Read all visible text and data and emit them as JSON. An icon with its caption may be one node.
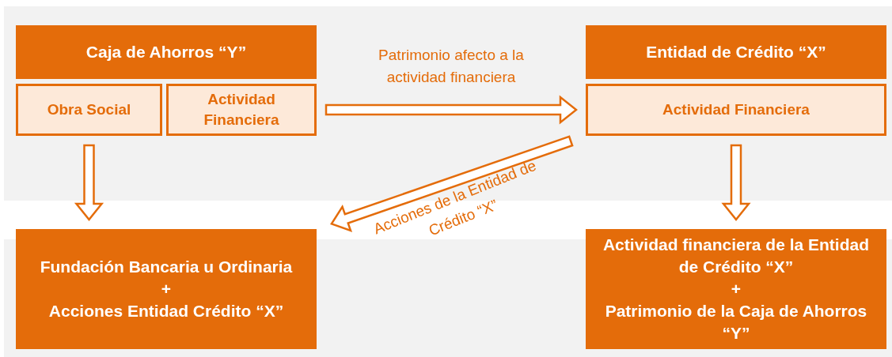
{
  "diagram": {
    "nodes": [
      {
        "text": [
          "Caja de Ahorros “Y”"
        ]
      },
      {
        "text": [
          "Obra Social"
        ]
      },
      {
        "text": [
          "Actividad Financiera"
        ]
      },
      {
        "text": [
          "Entidad de Crédito “X”"
        ]
      },
      {
        "text": [
          "Actividad Financiera"
        ]
      },
      {
        "text": [
          "Fundación Bancaria u Ordinaria",
          "+",
          "Acciones Entidad Crédito “X”"
        ]
      },
      {
        "text": [
          "Actividad financiera de la Entidad de Crédito “X”",
          "+",
          "Patrimonio de la Caja de Ahorros “Y”"
        ]
      }
    ],
    "edges": [
      {
        "from": 2,
        "to": 4,
        "arrow": "to",
        "label": "Patrimonio afecto a la actividad financiera"
      },
      {
        "from": 4,
        "to": 5,
        "arrow": "to",
        "label": "Acciones de la Entidad de Crédito “X”"
      },
      {
        "from": 1,
        "to": 5,
        "arrow": "to"
      },
      {
        "from": 4,
        "to": 6,
        "arrow": "to"
      }
    ]
  }
}
